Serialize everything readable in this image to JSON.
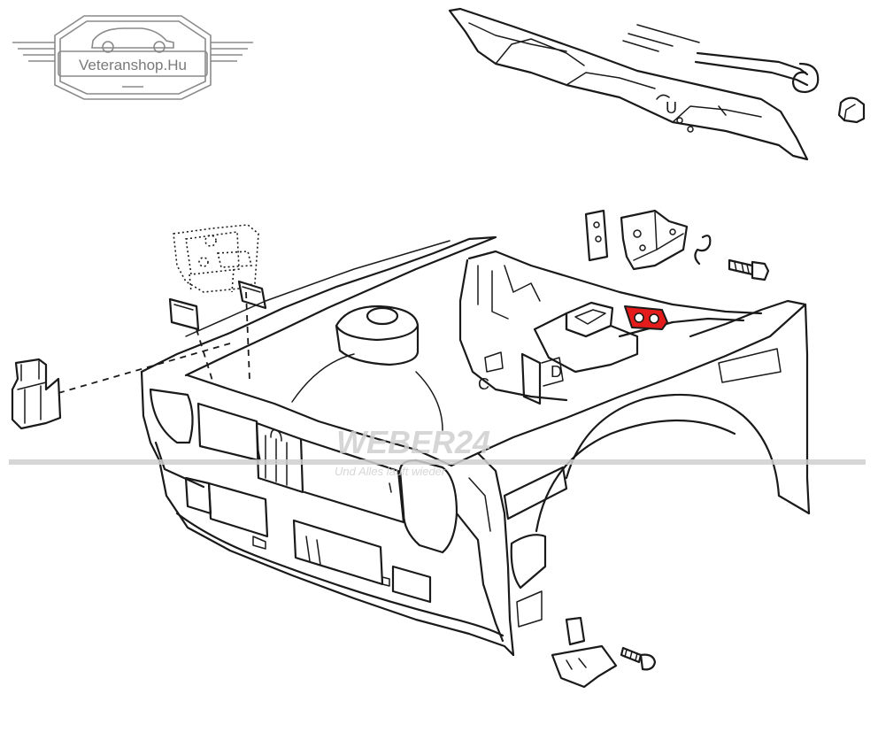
{
  "logo": {
    "text": "Veteranshop.Hu",
    "border_color": "#8a8a8a",
    "text_color": "#7a7a7a"
  },
  "watermark": {
    "line1": "WEBER24",
    "line2": "Und Alles läuft wieder",
    "color": "#cfcfcf"
  },
  "diagram": {
    "line_color": "#1a1a1a",
    "highlight_color": "#e31b1b",
    "highlighted_part": "shock-tower-reinforcement-plate"
  }
}
